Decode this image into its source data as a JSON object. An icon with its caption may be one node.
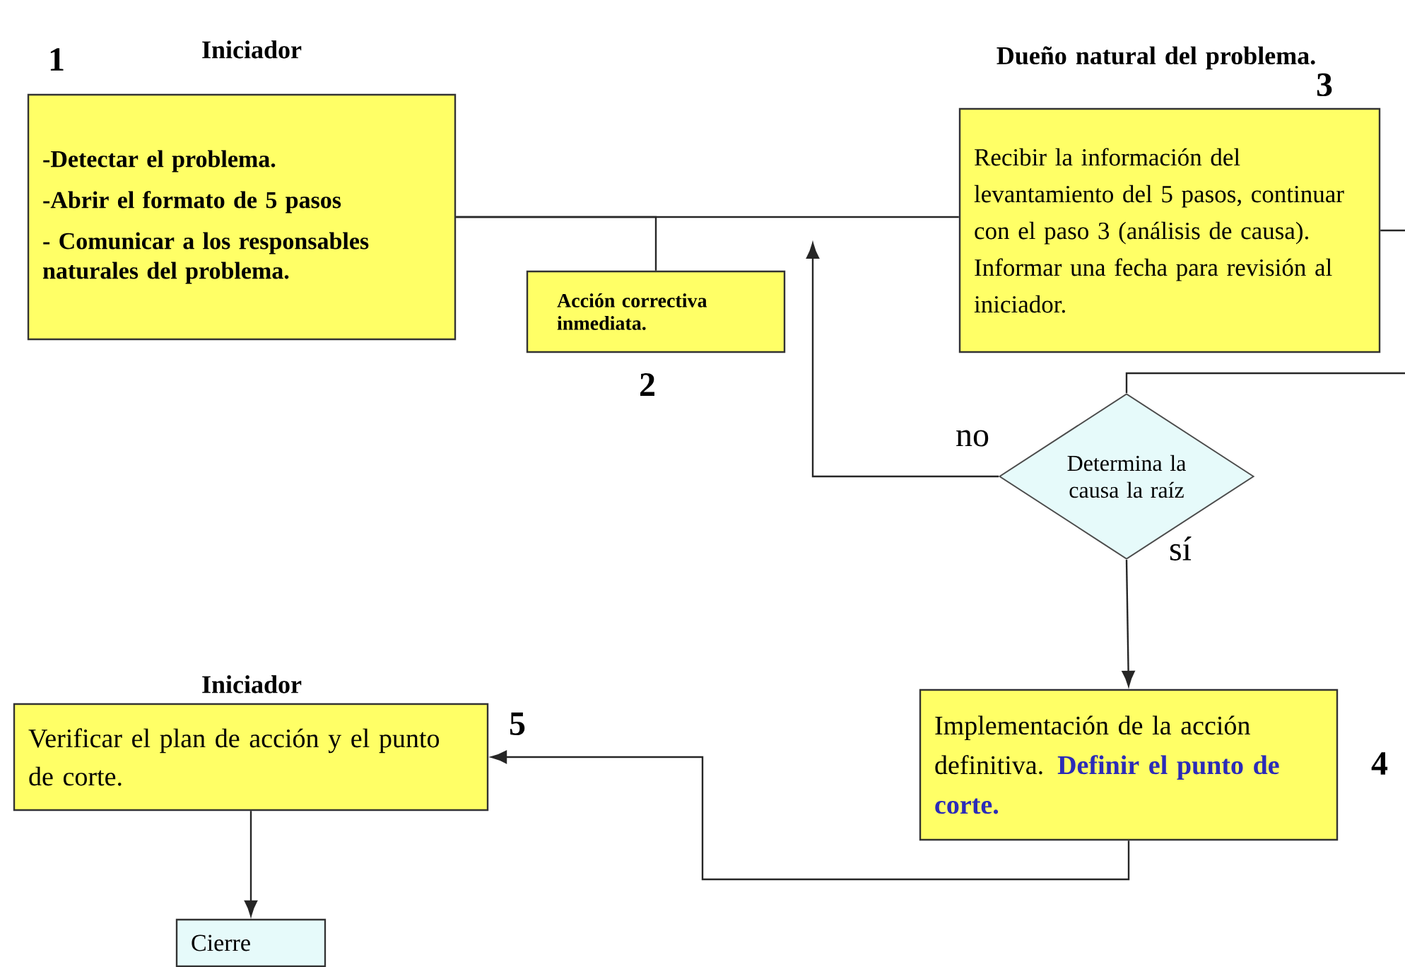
{
  "diagram": {
    "nodes": [
      {
        "text": [
          "Iniciador",
          "-Detectar el problema.",
          "-Abrir el formato de  5 pasos",
          "- Comunicar a los responsables naturales del problema."
        ],
        "beside": [
          "1"
        ]
      },
      {
        "text": [
          "Acción correctiva inmediata."
        ],
        "beside": [
          "2"
        ]
      },
      {
        "text": [
          "Dueño natural del problema.",
          "Recibir la información del levantamiento del 5 pasos, continuar con el paso 3 (análisis de causa). Informar una fecha para revisión al iniciador."
        ],
        "beside": [
          "3"
        ]
      },
      {
        "text": [
          "Determina la causa la raíz"
        ]
      },
      {
        "text": [
          "Implementación de la acción definitiva.",
          "Definir el punto de corte."
        ],
        "beside": [
          "4"
        ]
      },
      {
        "text": [
          "Iniciador",
          "Verificar el plan de acción y el punto de corte."
        ],
        "beside": [
          "5"
        ]
      },
      {
        "text": [
          "Cierre"
        ]
      }
    ],
    "edges": [
      {
        "from": 0,
        "to": 2,
        "arrow": "none"
      },
      {
        "from": 0,
        "to": 1,
        "arrow": "none"
      },
      {
        "from": 2,
        "to": 3,
        "arrow": "none"
      },
      {
        "from": 3,
        "to": null,
        "arrow": "to",
        "label": "no"
      },
      {
        "from": 3,
        "to": 4,
        "arrow": "to",
        "label": "sí"
      },
      {
        "from": 4,
        "to": 5,
        "arrow": "to"
      },
      {
        "from": 5,
        "to": 6,
        "arrow": "to"
      }
    ]
  }
}
